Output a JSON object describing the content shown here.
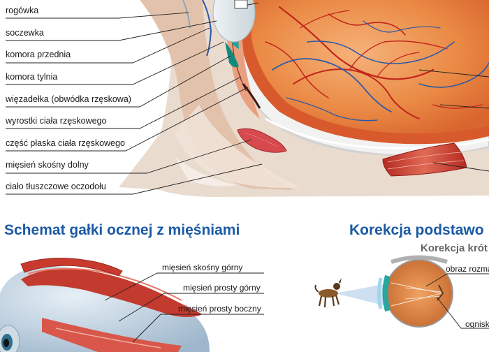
{
  "top_labels": [
    "rogówka",
    "soczewka",
    "komora przednia",
    "komora tylnia",
    "więzadełka (obwódka rzęskowa)",
    "wyrostki ciała rzęskowego",
    "część płaska ciała rzęskowego",
    "mięsień skośny dolny",
    "ciało tłuszczowe oczodołu"
  ],
  "section_left": {
    "title": "Schemat gałki ocznej z mięśniami",
    "labels": [
      "mięsień skośny górny",
      "mięsień prosty górny",
      "mięsień prosty boczny"
    ]
  },
  "section_right": {
    "title": "Korekcja podstawo",
    "subtitle": "Korekcja krót",
    "labels": [
      "obraz rozma",
      "ognisk"
    ]
  },
  "colors": {
    "title_blue": "#1b5aa5",
    "subtitle_gray": "#666666",
    "retina_orange": "#e8833f",
    "vessel_red": "#c2261b",
    "vessel_blue": "#2c5aa8",
    "muscle_red": "#c83a2e",
    "tissue_tan": "#e7cdb8"
  }
}
